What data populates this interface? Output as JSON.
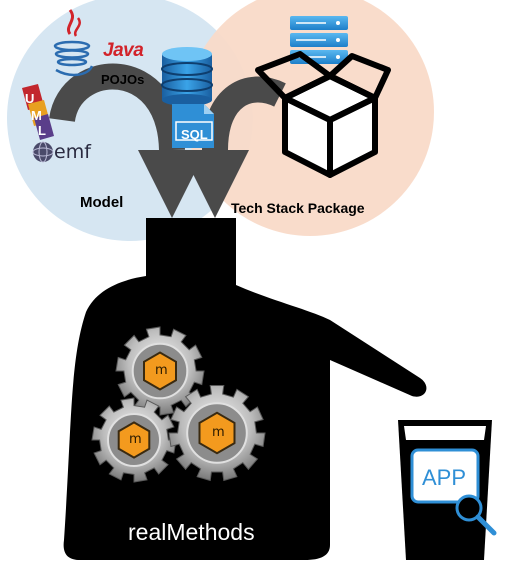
{
  "labels": {
    "model": "Model",
    "tech_stack": "Tech Stack Package",
    "java": "Java",
    "pojos": "POJOs",
    "emf": "emf",
    "sql": "SQL",
    "realmethods": "realMethods",
    "app": "APP",
    "gear_mark": "m"
  },
  "colors": {
    "model_circle": "#d6e6f2",
    "tech_circle": "#f9dac8",
    "machine": "#000000",
    "arrow": "#555555",
    "gear_silver": "#c8c8c8",
    "hex_orange": "#f39a1e",
    "app_blue": "#2f8fd6",
    "java_red": "#d2232a",
    "db_blue": "#1e7fc9"
  },
  "icons": [
    "java-icon",
    "uml-icon",
    "emf-icon",
    "database-icon",
    "sql-file-icon",
    "server-icon",
    "open-box-icon",
    "gear-icon",
    "app-glass-icon",
    "magnifier-icon"
  ]
}
